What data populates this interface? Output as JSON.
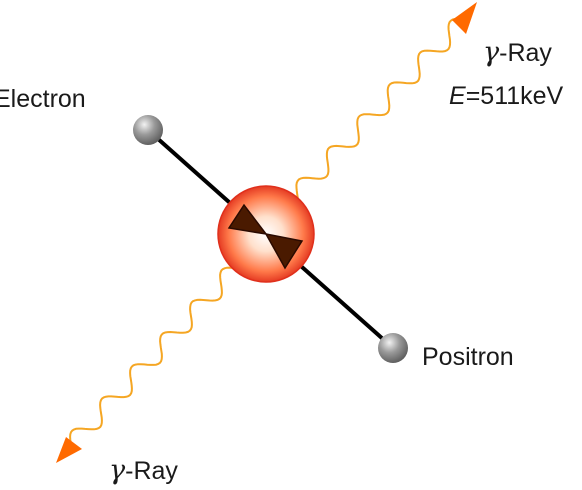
{
  "labels": {
    "electron": "Electron",
    "positron": "Positron",
    "gamma_symbol": "γ",
    "gamma_ray_top": "-Ray",
    "gamma_ray_bottom": "-Ray",
    "energy_var": "E",
    "energy_value": "=511keV"
  },
  "colors": {
    "background": "#ffffff",
    "particle": "#8a8a8a",
    "track": "#000000",
    "photon_wave": "#f5a623",
    "arrow_head": "#ff6a00",
    "annihilation_core": "#ffe6d6",
    "annihilation_edge": "#e8321e",
    "inner_arrows": "#3a1200"
  }
}
